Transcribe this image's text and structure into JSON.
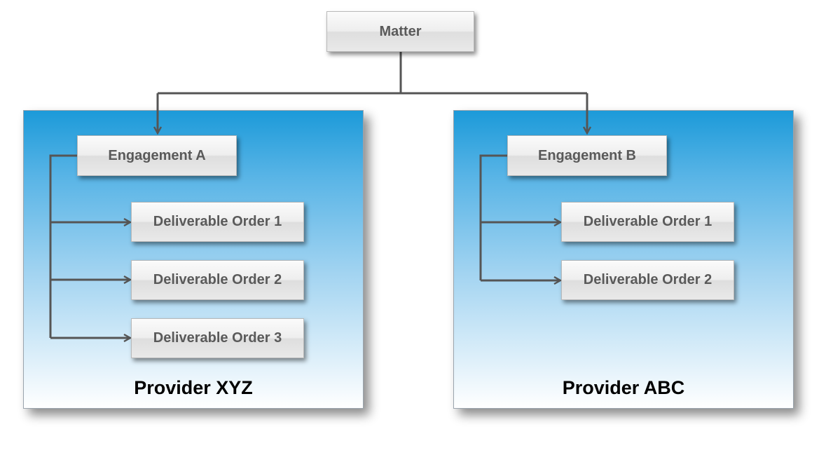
{
  "diagram": {
    "root": {
      "label": "Matter"
    },
    "providers": [
      {
        "title": "Provider XYZ",
        "engagement": "Engagement A",
        "deliverables": [
          "Deliverable Order 1",
          "Deliverable Order 2",
          "Deliverable Order 3"
        ]
      },
      {
        "title": "Provider ABC",
        "engagement": "Engagement B",
        "deliverables": [
          "Deliverable Order 1",
          "Deliverable Order 2"
        ]
      }
    ]
  },
  "colors": {
    "panel_top": "#1c9ad9",
    "panel_bottom": "#ffffff",
    "node_text": "#5a5a5a",
    "connector": "#555555"
  }
}
